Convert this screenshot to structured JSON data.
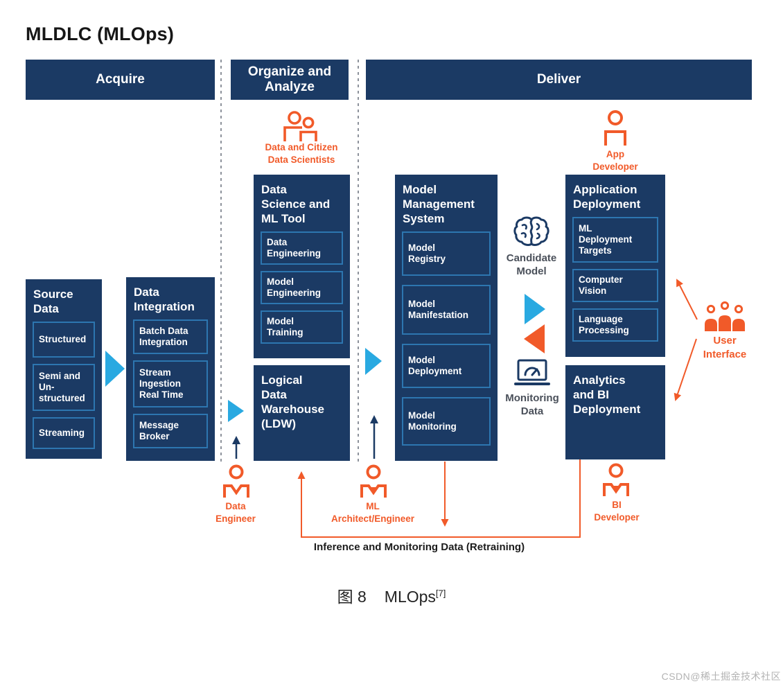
{
  "title": "MLDLC (MLOps)",
  "headers": {
    "acquire": "Acquire",
    "organize_analyze": "Organize and Analyze",
    "deliver": "Deliver"
  },
  "boxes": {
    "source_data": {
      "title": "Source\nData",
      "items": [
        "Structured",
        "Semi and\nUn-\nstructured",
        "Streaming"
      ]
    },
    "data_integration": {
      "title": "Data\nIntegration",
      "items": [
        "Batch Data\nIntegration",
        "Stream\nIngestion\nReal Time",
        "Message\nBroker"
      ]
    },
    "data_science": {
      "title": "Data\nScience and\nML Tool",
      "items": [
        "Data\nEngineering",
        "Model\nEngineering",
        "Model\nTraining"
      ]
    },
    "ldw": {
      "title": "Logical\nData\nWarehouse\n(LDW)"
    },
    "model_management": {
      "title": "Model\nManagement\nSystem",
      "items": [
        "Model\nRegistry",
        "Model\nManifestation",
        "Model\nDeployment",
        "Model\nMonitoring"
      ]
    },
    "application_deployment": {
      "title": "Application\nDeployment",
      "items": [
        "ML\nDeployment\nTargets",
        "Computer\nVision",
        "Language\nProcessing"
      ]
    },
    "analytics_bi": {
      "title": "Analytics\nand BI\nDeployment"
    }
  },
  "actors": {
    "data_citizen_scientists": "Data and Citizen\nData Scientists",
    "app_developer": "App\nDeveloper",
    "data_engineer": "Data\nEngineer",
    "ml_architect": "ML\nArchitect/Engineer",
    "bi_developer": "BI\nDeveloper",
    "user_interface": "User\nInterface"
  },
  "annotations": {
    "candidate_model": "Candidate\nModel",
    "monitoring_data": "Monitoring\nData",
    "retraining": "Inference and Monitoring Data (Retraining)"
  },
  "caption": {
    "figure": "图 8",
    "text": "MLOps",
    "ref": "[7]"
  },
  "watermark": "CSDN@稀土掘金技术社区",
  "colors": {
    "navy": "#1b3a64",
    "sub_border": "#2d76b0",
    "cyan": "#29a9e1",
    "orange": "#f15a29",
    "label_gray": "#4a505a"
  }
}
